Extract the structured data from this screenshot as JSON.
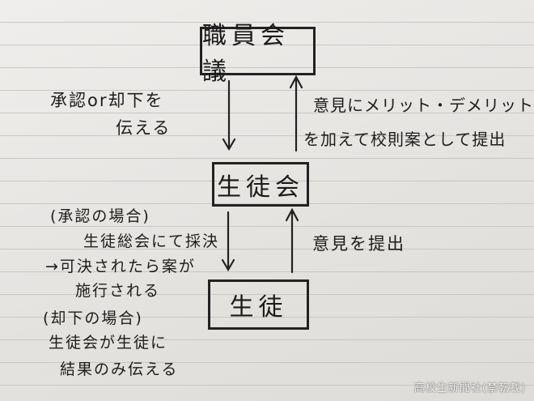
{
  "nodes": {
    "teachers_meeting": "職員会議",
    "student_council": "生徒会",
    "students": "生徒"
  },
  "notes": {
    "approve_reject_line1": "承認or却下を",
    "approve_reject_line2": "伝える",
    "opinion_line1": "意見にメリット・デメリット",
    "opinion_line2": "を加えて校則案として提出",
    "approval_case_line1": "(承認の場合)",
    "approval_case_line2": "生徒総会にて採決",
    "approval_case_line3": "→可決されたら案が",
    "approval_case_line4": "施行される",
    "submit_opinion": "意見を提出",
    "reject_case_line1": "(却下の場合)",
    "reject_case_line2": "生徒会が生徒に",
    "reject_case_line3": "結果のみ伝える"
  },
  "watermark": "高校生新聞社(禁転載)"
}
